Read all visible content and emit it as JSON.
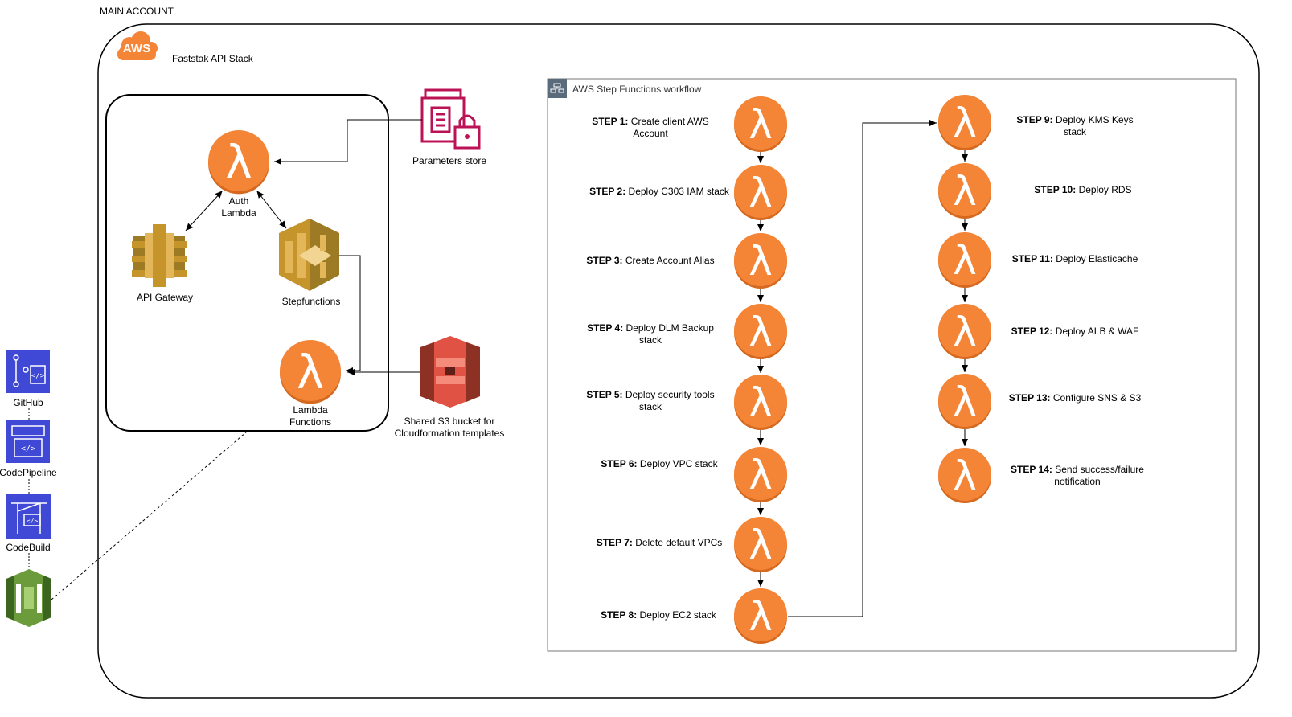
{
  "main_account_label": "MAIN ACCOUNT",
  "aws_badge": "AWS",
  "stack_title": "Faststak API Stack",
  "workflow_title": "AWS Step Functions workflow",
  "services": {
    "auth_lambda": "Auth\nLambda",
    "api_gateway": "API Gateway",
    "stepfunctions": "Stepfunctions",
    "lambda_functions": "Lambda\nFunctions",
    "parameters_store": "Parameters store",
    "s3_bucket": "Shared S3 bucket for\nCloudformation templates"
  },
  "pipeline": {
    "github": "GitHub",
    "codepipeline": "CodePipeline",
    "codebuild": "CodeBuild"
  },
  "steps": [
    {
      "num": "STEP 1:",
      "text": "Create client AWS\nAccount"
    },
    {
      "num": "STEP 2:",
      "text": "Deploy C303 IAM stack"
    },
    {
      "num": "STEP 3:",
      "text": "Create Account Alias"
    },
    {
      "num": "STEP 4:",
      "text": "Deploy DLM Backup\nstack"
    },
    {
      "num": "STEP 5:",
      "text": "Deploy security tools\nstack"
    },
    {
      "num": "STEP 6:",
      "text": "Deploy VPC stack"
    },
    {
      "num": "STEP 7:",
      "text": "Delete default VPCs"
    },
    {
      "num": "STEP 8:",
      "text": "Deploy EC2 stack"
    },
    {
      "num": "STEP 9:",
      "text": "Deploy KMS Keys\nstack"
    },
    {
      "num": "STEP 10:",
      "text": "Deploy RDS"
    },
    {
      "num": "STEP 11:",
      "text": "Deploy Elasticache"
    },
    {
      "num": "STEP 12:",
      "text": "Deploy ALB & WAF"
    },
    {
      "num": "STEP 13:",
      "text": "Configure SNS & S3"
    },
    {
      "num": "STEP 14:",
      "text": "Send success/failure\nnotification"
    }
  ],
  "colors": {
    "lambda_orange": "#f58536",
    "gateway_gold": "#c5952c",
    "parameters_magenta": "#bc1356",
    "s3_red": "#e05243",
    "devtools_blue": "#3f49d6",
    "cloudformation_green": "#6b9b3a"
  }
}
